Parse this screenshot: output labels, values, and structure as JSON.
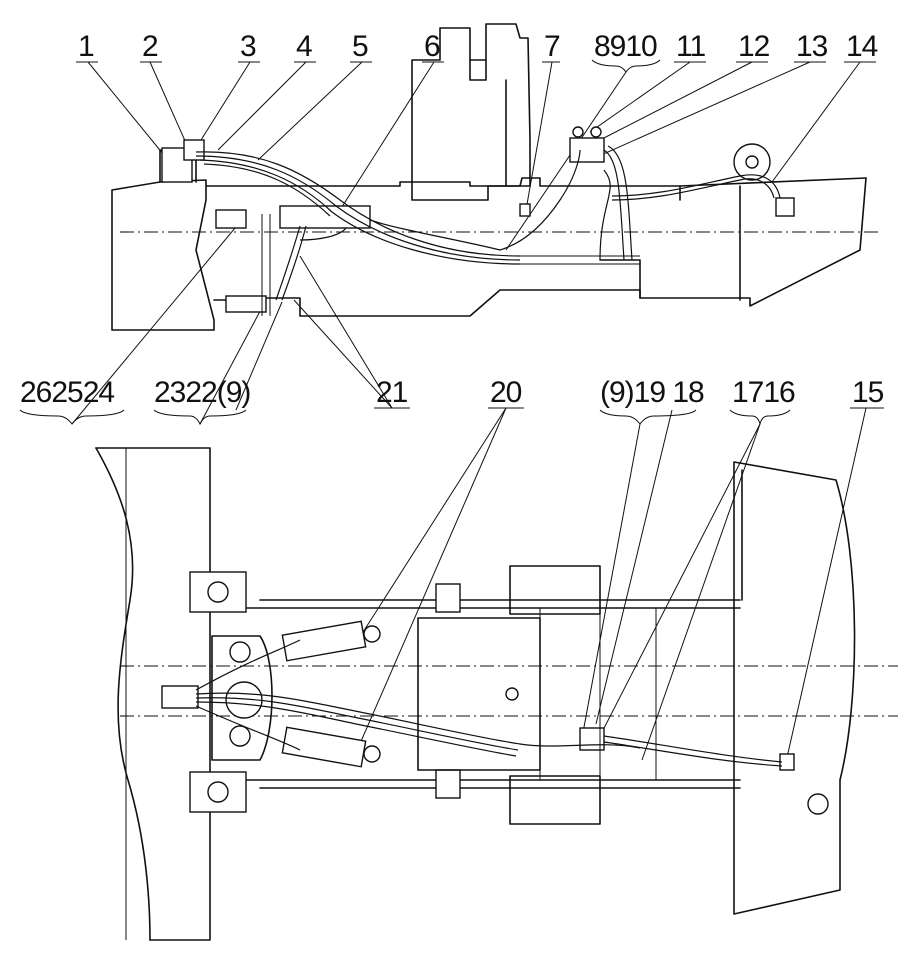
{
  "callouts_top": [
    {
      "id": "1",
      "label": "1"
    },
    {
      "id": "2",
      "label": "2"
    },
    {
      "id": "3",
      "label": "3"
    },
    {
      "id": "4",
      "label": "4"
    },
    {
      "id": "5",
      "label": "5"
    },
    {
      "id": "6",
      "label": "6"
    },
    {
      "id": "7",
      "label": "7"
    },
    {
      "id": "8-10",
      "label": "8910"
    },
    {
      "id": "11",
      "label": "11"
    },
    {
      "id": "12",
      "label": "12"
    },
    {
      "id": "13",
      "label": "13"
    },
    {
      "id": "14",
      "label": "14"
    }
  ],
  "callouts_mid": [
    {
      "id": "24-26",
      "label": "262524"
    },
    {
      "id": "22-23",
      "label": "2322(9)"
    },
    {
      "id": "21",
      "label": "21"
    },
    {
      "id": "20",
      "label": "20"
    },
    {
      "id": "18-19",
      "label": "(9)19 18"
    },
    {
      "id": "16-17",
      "label": "1716"
    },
    {
      "id": "15",
      "label": "15"
    }
  ]
}
